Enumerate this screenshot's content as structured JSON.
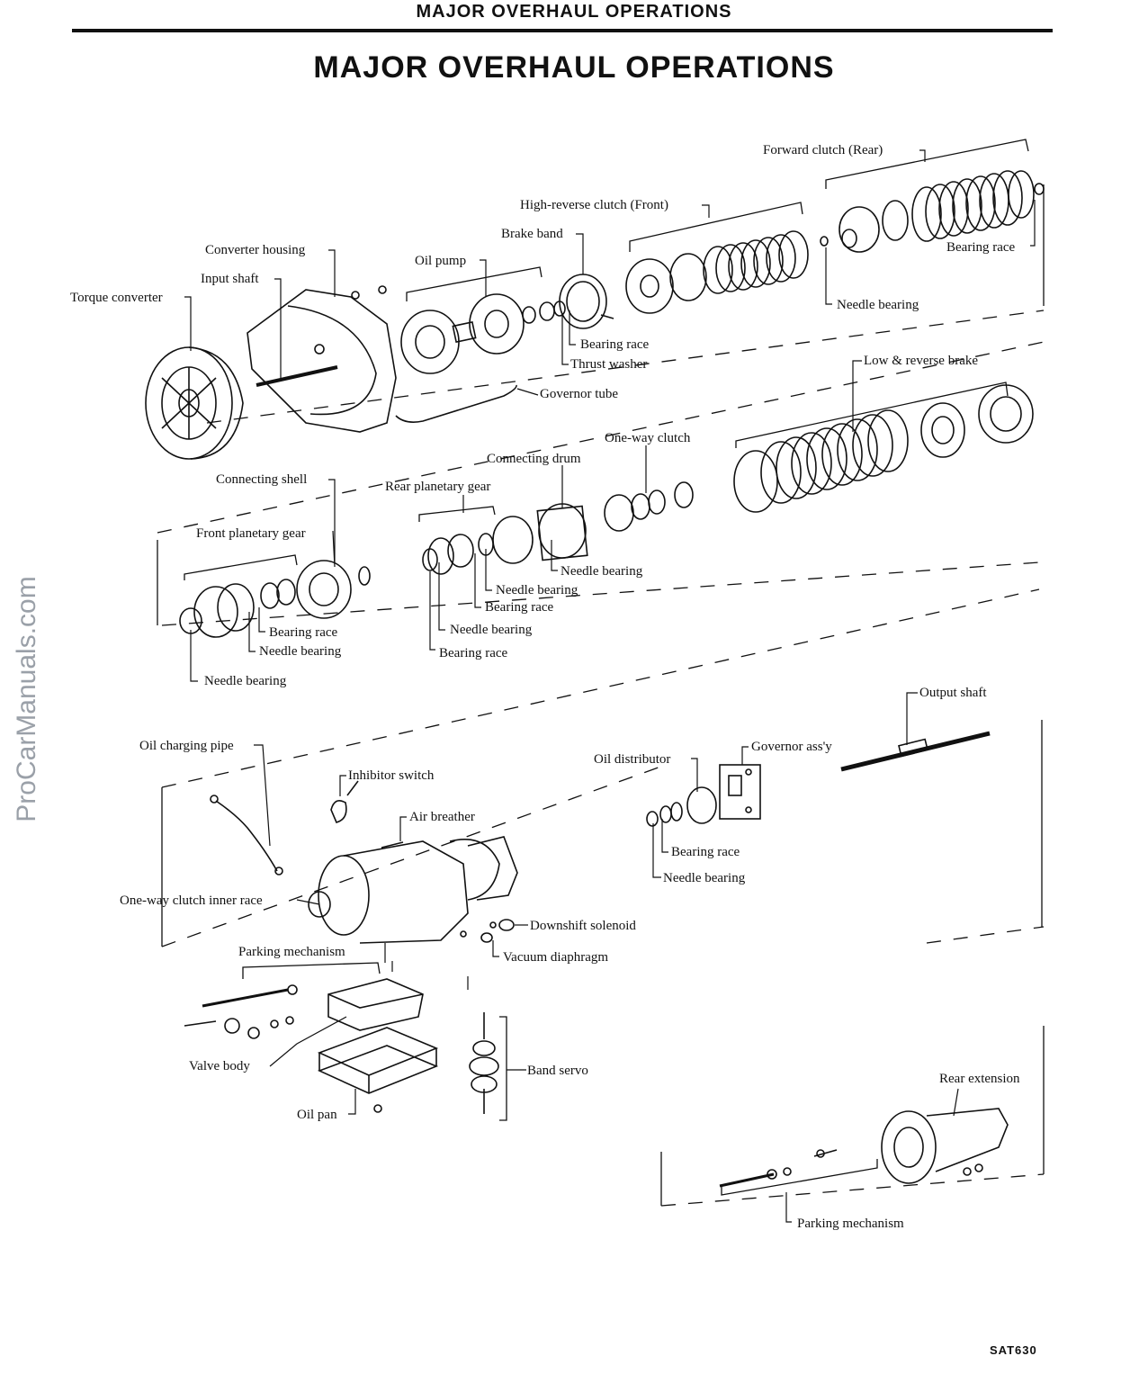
{
  "header": {
    "section_title": "MAJOR OVERHAUL OPERATIONS"
  },
  "page_title": "MAJOR OVERHAUL OPERATIONS",
  "watermark": "ProCarManuals.com",
  "figure_code": "SAT630",
  "labels": {
    "forward_clutch": "Forward clutch (Rear)",
    "high_reverse_clutch": "High-reverse clutch (Front)",
    "brake_band": "Brake band",
    "oil_pump": "Oil pump",
    "converter_housing": "Converter housing",
    "input_shaft": "Input shaft",
    "torque_converter": "Torque converter",
    "bearing_race_fwd": "Bearing race",
    "needle_bearing_fwd": "Needle bearing",
    "bearing_race_pump": "Bearing race",
    "thrust_washer": "Thrust washer",
    "governor_tube": "Governor tube",
    "low_reverse_brake": "Low & reverse brake",
    "one_way_clutch": "One-way clutch",
    "connecting_drum": "Connecting drum",
    "connecting_shell": "Connecting shell",
    "rear_planetary_gear": "Rear planetary gear",
    "front_planetary_gear": "Front planetary gear",
    "needle_bearing_drum": "Needle bearing",
    "needle_bearing_rear1": "Needle bearing",
    "bearing_race_rear1": "Bearing race",
    "needle_bearing_rear2": "Needle bearing",
    "bearing_race_rear2": "Bearing race",
    "bearing_race_front": "Bearing race",
    "needle_bearing_front1": "Needle bearing",
    "needle_bearing_front2": "Needle bearing",
    "output_shaft": "Output shaft",
    "governor_assy": "Governor ass'y",
    "oil_distributor": "Oil distributor",
    "bearing_race_gov": "Bearing race",
    "needle_bearing_gov": "Needle bearing",
    "oil_charging_pipe": "Oil charging pipe",
    "inhibitor_switch": "Inhibitor switch",
    "air_breather": "Air breather",
    "one_way_clutch_inner_race": "One-way clutch inner race",
    "downshift_solenoid": "Downshift solenoid",
    "vacuum_diaphragm": "Vacuum diaphragm",
    "parking_mechanism_case": "Parking mechanism",
    "valve_body": "Valve body",
    "oil_pan": "Oil pan",
    "band_servo": "Band servo",
    "rear_extension": "Rear extension",
    "parking_mechanism_rear": "Parking mechanism"
  }
}
